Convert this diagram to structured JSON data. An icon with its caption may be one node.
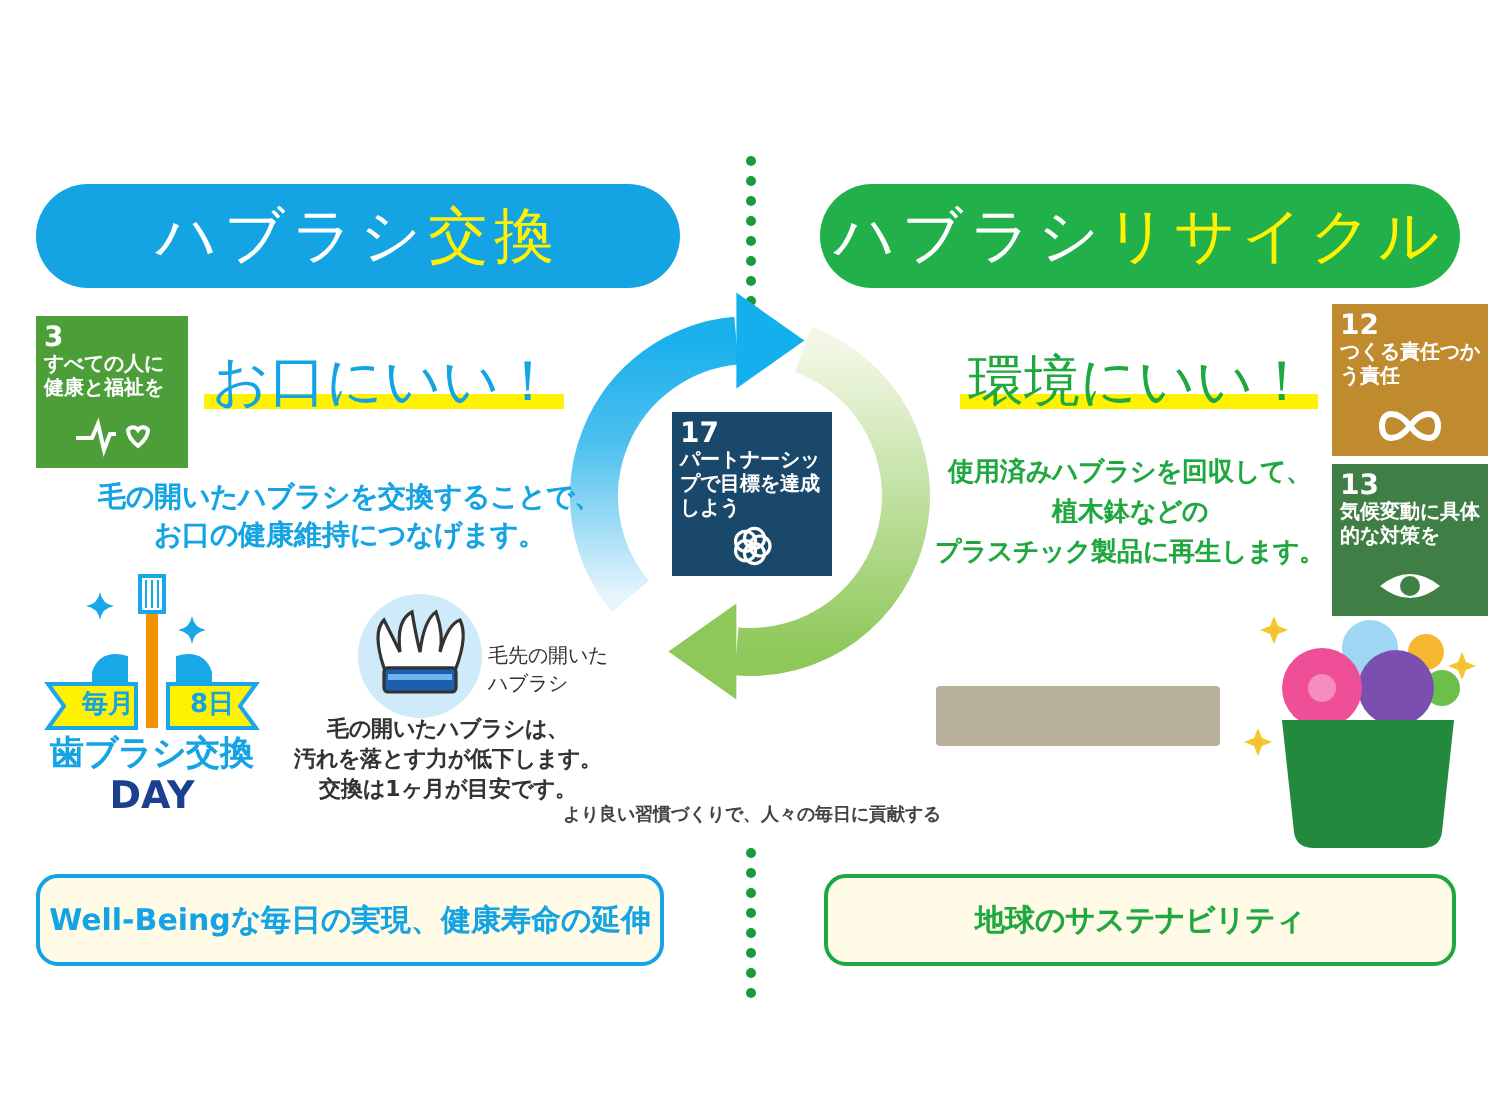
{
  "diagram": {
    "nodes": [
      {
        "text": [
          "ハブラシ",
          "交換"
        ]
      },
      {
        "text": [
          "ハブラシ",
          "リサイクル"
        ]
      },
      {
        "text": [
          "3",
          "すべての人に健康と福祉を"
        ]
      },
      {
        "text": [
          "17",
          "パートナーシップで目標を達成しよう"
        ]
      },
      {
        "text": [
          "12",
          "つくる責任つかう責任"
        ]
      },
      {
        "text": [
          "13",
          "気候変動に具体的な対策を"
        ]
      },
      {
        "text": [
          "Well-Beingな毎日の実現、健康寿命の延伸"
        ]
      },
      {
        "text": [
          "地球のサステナビリティ"
        ]
      }
    ],
    "labels": [
      "お口にいい！",
      "毛の開いたハブラシを交換することで、お口の健康維持につなげます。",
      "毎月",
      "8日",
      "歯ブラシ交換",
      "DAY",
      "毛先の開いたハブラシ",
      "毛の開いたハブラシは、汚れを落とす力が低下します。",
      "交換は1ヶ月が目安です。",
      "より良い習慣づくりで、人々の毎日に貢献する",
      "環境にいい！",
      "使用済みハブラシを回収して、",
      "植木鉢などの",
      "プラスチック製品に再生します。"
    ]
  }
}
